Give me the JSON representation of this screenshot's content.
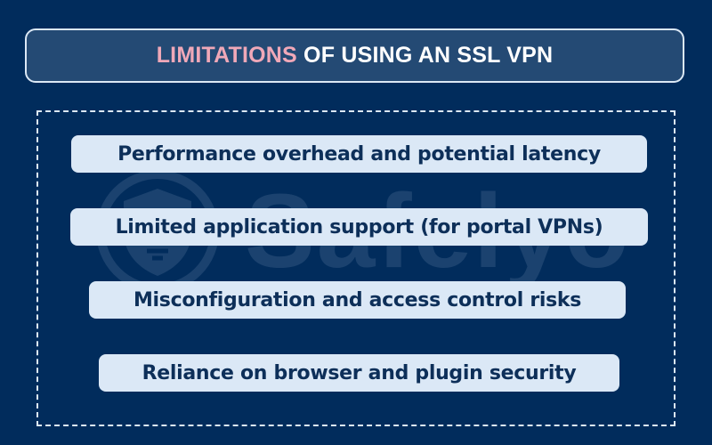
{
  "header": {
    "title_accent": "LIMITATIONS",
    "title_rest": " OF USING AN SSL VPN",
    "accent_color": "#f0a8b8"
  },
  "watermark": {
    "text": "Safelyo",
    "icon": "shield-icon"
  },
  "limitations": [
    {
      "label": "Performance overhead and potential latency"
    },
    {
      "label": "Limited application support (for portal VPNs)"
    },
    {
      "label": "Misconfiguration and access control risks"
    },
    {
      "label": "Reliance on browser and plugin security"
    }
  ],
  "colors": {
    "background": "#012c5c",
    "title_box": "#244a74",
    "pill_background": "#dbe8f6",
    "pill_text": "#0d2f59"
  }
}
